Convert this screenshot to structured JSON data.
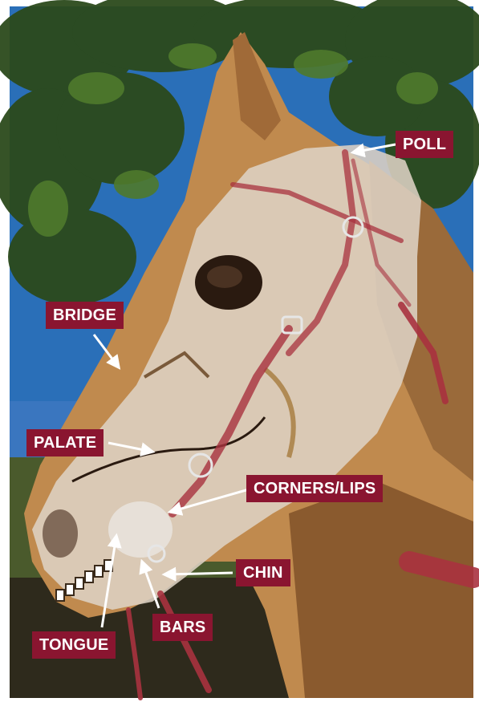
{
  "figure": {
    "description_colors": {
      "label_bg": "#8a1530",
      "label_text": "#ffffff",
      "overlay": "#ddd2c4",
      "strap": "#a8323f",
      "sky": "#2f77c6",
      "foliage": "#2f4a1e"
    }
  },
  "labels": {
    "poll": "POLL",
    "bridge": "BRIDGE",
    "palate": "PALATE",
    "corners_lips": "CORNERS/LIPS",
    "chin": "CHIN",
    "bars": "BARS",
    "tongue": "TONGUE"
  }
}
